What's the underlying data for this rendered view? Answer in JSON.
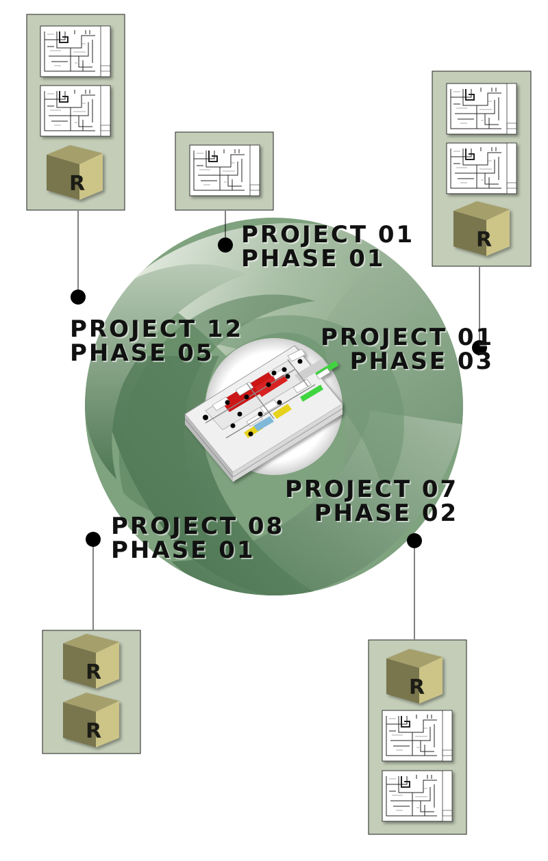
{
  "colors": {
    "panel": "#c3cdb8",
    "cube_top": "#a59f6c",
    "cube_front": "#cdc488",
    "cube_side": "#7c7750",
    "ring_light": "#a9bfa6",
    "ring_dark": "#4e7753",
    "node": "#000000"
  },
  "badge_letter": "R",
  "labels": {
    "p01_ph01": {
      "line1": "PROJECT 01",
      "line2": "PHASE 01"
    },
    "p12_ph05": {
      "line1": "PROJECT 12",
      "line2": "PHASE 05"
    },
    "p01_ph03": {
      "line1": "PROJECT 01",
      "line2": "PHASE 03"
    },
    "p07_ph02": {
      "line1": "PROJECT 07",
      "line2": "PHASE 02"
    },
    "p08_ph01": {
      "line1": "PROJECT 08",
      "line2": "PHASE 01"
    }
  },
  "panels": [
    {
      "id": "top-left",
      "items": [
        "sheet",
        "sheet",
        "cube"
      ]
    },
    {
      "id": "top-center",
      "items": [
        "sheet"
      ]
    },
    {
      "id": "top-right",
      "items": [
        "sheet",
        "sheet",
        "cube"
      ]
    },
    {
      "id": "bottom-left",
      "items": [
        "cube",
        "cube"
      ]
    },
    {
      "id": "bottom-right",
      "items": [
        "cube",
        "sheet",
        "sheet"
      ]
    }
  ],
  "model_icon": "isometric-floorplan-model"
}
